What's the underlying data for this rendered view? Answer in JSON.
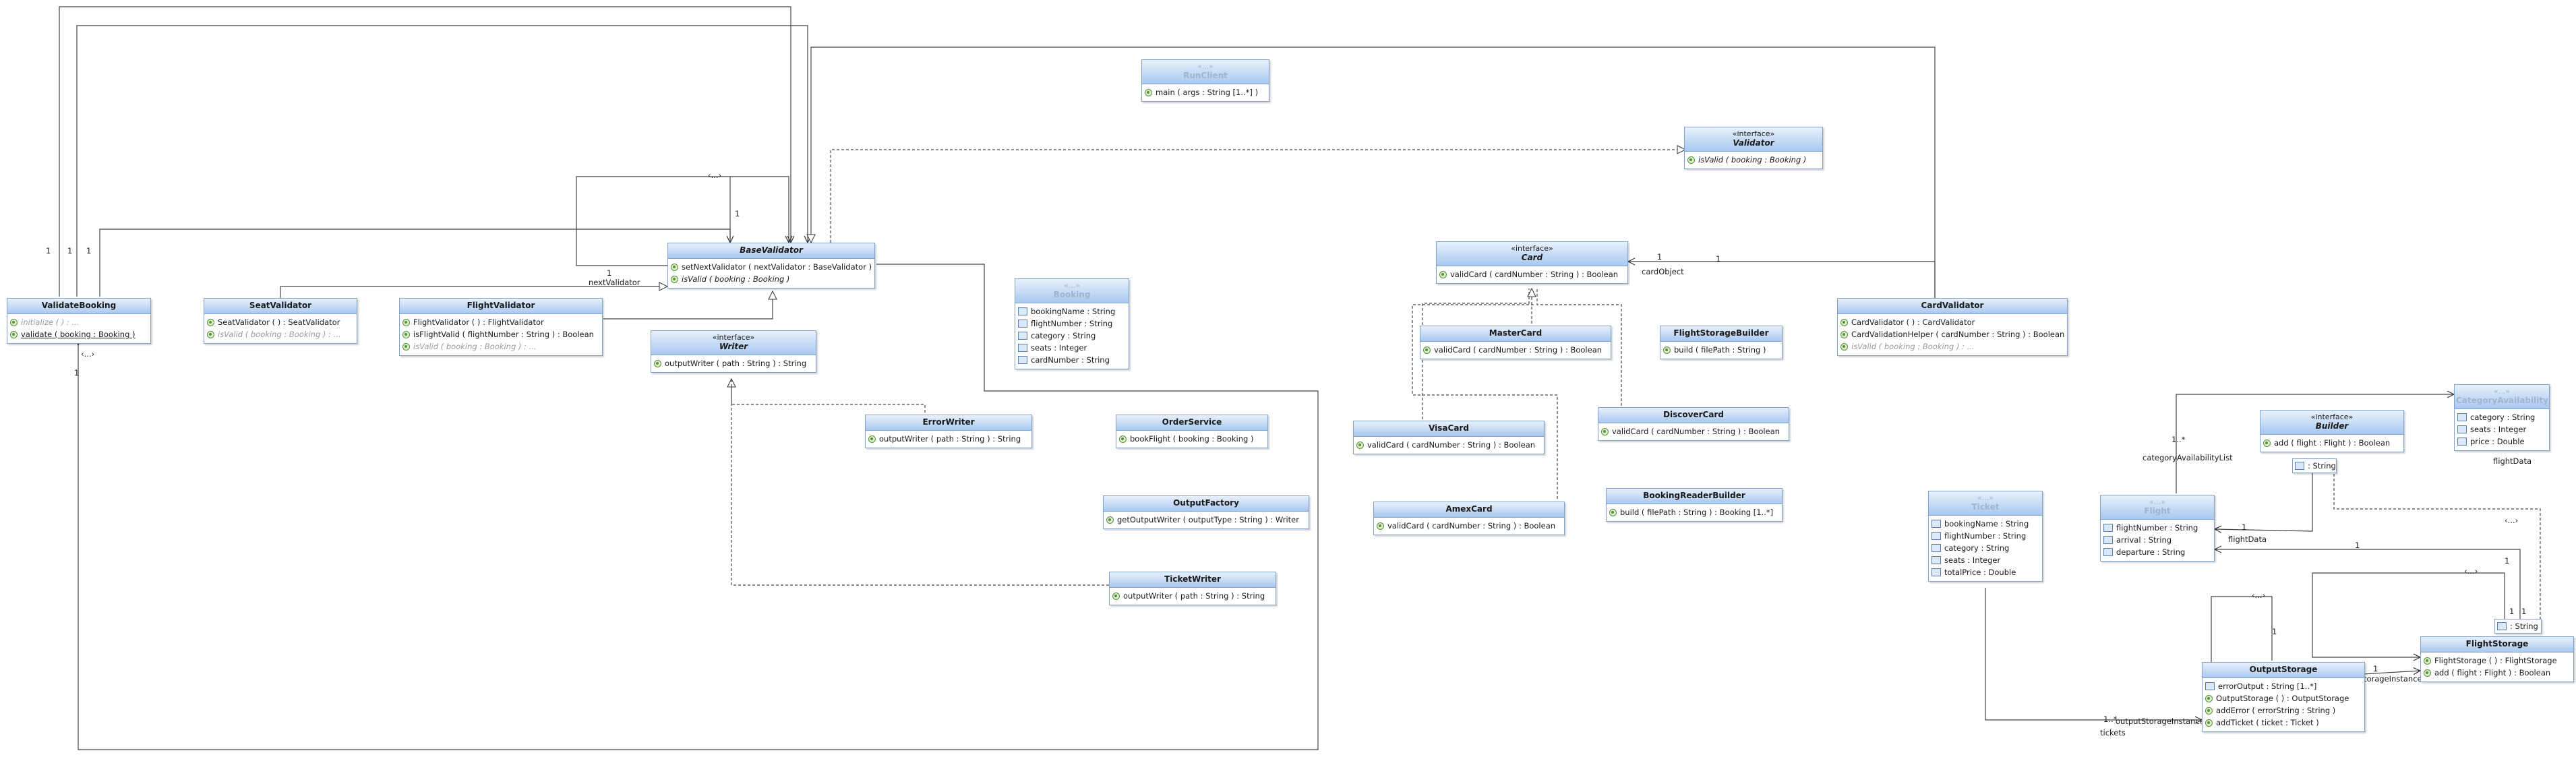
{
  "classes": {
    "runclient": {
      "stereotype": "«...»",
      "name": "RunClient",
      "members": [
        {
          "kind": "op",
          "text": "main ( args : String [1..*] )"
        }
      ]
    },
    "validator": {
      "stereotype": "«interface»",
      "name": "Validator",
      "members": [
        {
          "kind": "op",
          "text": "isValid ( booking : Booking )"
        }
      ]
    },
    "basevalidator": {
      "stereotype": "",
      "name": "BaseValidator",
      "members": [
        {
          "kind": "op",
          "text": "setNextValidator ( nextValidator : BaseValidator )"
        },
        {
          "kind": "op",
          "text": "isValid ( booking : Booking )"
        }
      ]
    },
    "card": {
      "stereotype": "«interface»",
      "name": "Card",
      "members": [
        {
          "kind": "op",
          "text": "validCard ( cardNumber : String ) : Boolean"
        }
      ]
    },
    "validatebooking": {
      "stereotype": "",
      "name": "ValidateBooking",
      "members": [
        {
          "kind": "op",
          "text": "initialize ( ) : ..."
        },
        {
          "kind": "op",
          "text": "validate ( booking : Booking )"
        }
      ]
    },
    "seatvalidator": {
      "stereotype": "",
      "name": "SeatValidator",
      "members": [
        {
          "kind": "op",
          "text": "SeatValidator ( ) : SeatValidator"
        },
        {
          "kind": "op",
          "text": "isValid ( booking : Booking ) : ..."
        }
      ]
    },
    "flightvalidator": {
      "stereotype": "",
      "name": "FlightValidator",
      "members": [
        {
          "kind": "op",
          "text": "FlightValidator ( ) : FlightValidator"
        },
        {
          "kind": "op",
          "text": "isFlightValid ( flightNumber : String ) : Boolean"
        },
        {
          "kind": "op",
          "text": "isValid ( booking : Booking ) : ..."
        }
      ]
    },
    "writer": {
      "stereotype": "«interface»",
      "name": "Writer",
      "members": [
        {
          "kind": "op",
          "text": "outputWriter ( path : String ) : String"
        }
      ]
    },
    "booking": {
      "stereotype": "«...»",
      "name": "Booking",
      "members": [
        {
          "kind": "attr",
          "text": "bookingName : String"
        },
        {
          "kind": "attr",
          "text": "flightNumber : String"
        },
        {
          "kind": "attr",
          "text": "category : String"
        },
        {
          "kind": "attr",
          "text": "seats : Integer"
        },
        {
          "kind": "attr",
          "text": "cardNumber : String"
        }
      ]
    },
    "mastercard": {
      "stereotype": "",
      "name": "MasterCard",
      "members": [
        {
          "kind": "op",
          "text": "validCard ( cardNumber : String ) : Boolean"
        }
      ]
    },
    "flightstoragebuilder": {
      "stereotype": "",
      "name": "FlightStorageBuilder",
      "members": [
        {
          "kind": "op",
          "text": "build ( filePath : String )"
        }
      ]
    },
    "cardvalidator": {
      "stereotype": "",
      "name": "CardValidator",
      "members": [
        {
          "kind": "op",
          "text": "CardValidator ( ) : CardValidator"
        },
        {
          "kind": "op",
          "text": "CardValidationHelper ( cardNumber : String ) : Boolean"
        },
        {
          "kind": "op",
          "text": "isValid ( booking : Booking ) : ..."
        }
      ]
    },
    "errorwriter": {
      "stereotype": "",
      "name": "ErrorWriter",
      "members": [
        {
          "kind": "op",
          "text": "outputWriter ( path : String ) : String"
        }
      ]
    },
    "orderservice": {
      "stereotype": "",
      "name": "OrderService",
      "members": [
        {
          "kind": "op",
          "text": "bookFlight ( booking : Booking )"
        }
      ]
    },
    "visacard": {
      "stereotype": "",
      "name": "VisaCard",
      "members": [
        {
          "kind": "op",
          "text": "validCard ( cardNumber : String ) : Boolean"
        }
      ]
    },
    "discovercard": {
      "stereotype": "",
      "name": "DiscoverCard",
      "members": [
        {
          "kind": "op",
          "text": "validCard ( cardNumber : String ) : Boolean"
        }
      ]
    },
    "categoryavailability": {
      "stereotype": "«...»",
      "name": "CategoryAvailability",
      "members": [
        {
          "kind": "attr",
          "text": "category : String"
        },
        {
          "kind": "attr",
          "text": "seats : Integer"
        },
        {
          "kind": "attr",
          "text": "price : Double"
        }
      ]
    },
    "builder": {
      "stereotype": "«interface»",
      "name": "Builder",
      "members": [
        {
          "kind": "op",
          "text": "add ( flight : Flight ) : Boolean"
        }
      ]
    },
    "outputfactory": {
      "stereotype": "",
      "name": "OutputFactory",
      "members": [
        {
          "kind": "op",
          "text": "getOutputWriter ( outputType : String ) : Writer"
        }
      ]
    },
    "amexcard": {
      "stereotype": "",
      "name": "AmexCard",
      "members": [
        {
          "kind": "op",
          "text": "validCard ( cardNumber : String ) : Boolean"
        }
      ]
    },
    "bookingreaderbuilder": {
      "stereotype": "",
      "name": "BookingReaderBuilder",
      "members": [
        {
          "kind": "op",
          "text": "build ( filePath : String ) : Booking [1..*]"
        }
      ]
    },
    "ticket": {
      "stereotype": "«...»",
      "name": "Ticket",
      "members": [
        {
          "kind": "attr",
          "text": "bookingName : String"
        },
        {
          "kind": "attr",
          "text": "flightNumber : String"
        },
        {
          "kind": "attr",
          "text": "category : String"
        },
        {
          "kind": "attr",
          "text": "seats : Integer"
        },
        {
          "kind": "attr",
          "text": "totalPrice : Double"
        }
      ]
    },
    "flight": {
      "stereotype": "«...»",
      "name": "Flight",
      "members": [
        {
          "kind": "attr",
          "text": "flightNumber : String"
        },
        {
          "kind": "attr",
          "text": "arrival : String"
        },
        {
          "kind": "attr",
          "text": "departure : String"
        }
      ]
    },
    "ticketwriter": {
      "stereotype": "",
      "name": "TicketWriter",
      "members": [
        {
          "kind": "op",
          "text": "outputWriter ( path : String ) : String"
        }
      ]
    },
    "flightstorage": {
      "stereotype": "",
      "name": "FlightStorage",
      "members": [
        {
          "kind": "op",
          "text": "FlightStorage ( ) : FlightStorage"
        },
        {
          "kind": "op",
          "text": "add ( flight : Flight ) : Boolean"
        }
      ]
    },
    "outputstorage": {
      "stereotype": "",
      "name": "OutputStorage",
      "members": [
        {
          "kind": "attr",
          "text": "errorOutput : String [1..*]"
        },
        {
          "kind": "op",
          "text": "OutputStorage ( ) : OutputStorage"
        },
        {
          "kind": "op",
          "text": "addError ( errorString : String )"
        },
        {
          "kind": "op",
          "text": "addTicket ( ticket : Ticket )"
        }
      ]
    }
  },
  "templates": {
    "builder_param": ": String",
    "flightstorage_param": ": String"
  },
  "labels": {
    "nextvalidator": "nextValidator",
    "cardobject": "cardObject",
    "categoryavailabilitylist": "categoryAvailabilityList",
    "flightdata_1": "flightData",
    "flightdata_2": "flightData",
    "outputstorageinstance": "outputStorageInstance",
    "storageinstance": "storageInstance",
    "tickets": "tickets",
    "dots_basevalidator": "‹...›",
    "dots_validatebooking": "‹...›",
    "dots_builder": "‹...›",
    "dots_outputstorage": "‹...›",
    "dots_flightstorage": "‹...›",
    "m1": "1",
    "m2": "1",
    "m3": "1",
    "m4": "1",
    "m5": "1",
    "m6": "1",
    "m7": "1",
    "m8": "1",
    "m9": "1",
    "m10": "1",
    "m11": "1",
    "m12": "1",
    "m13": "1",
    "m14": "1",
    "m15": "1",
    "m16": "1",
    "m17": "1",
    "m18": "1",
    "m19": "1",
    "m20": "1",
    "m_many_1": "1..*",
    "m_many_2": "1..*"
  }
}
